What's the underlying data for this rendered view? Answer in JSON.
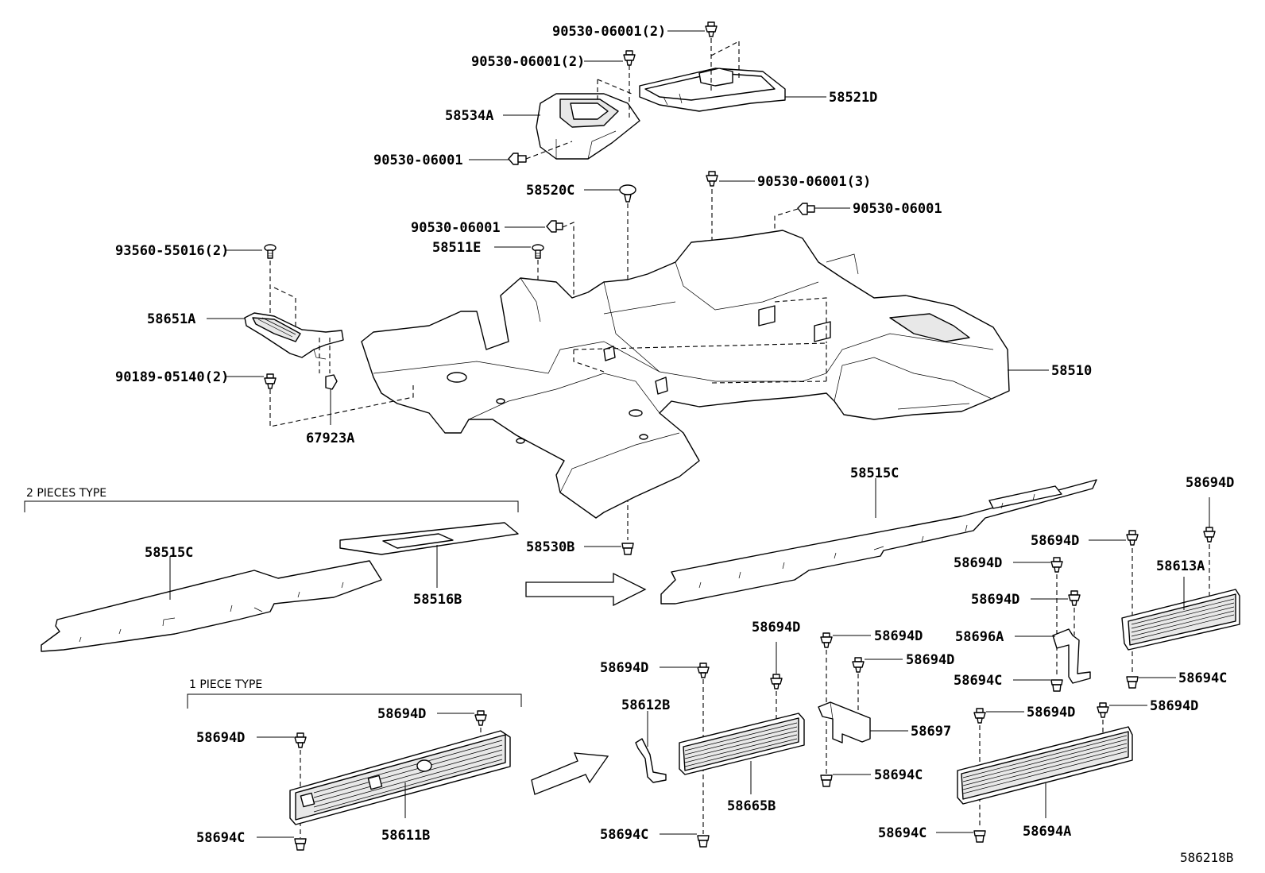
{
  "diagram_id": "586218B",
  "groups": {
    "two_pieces": "2 PIECES TYPE",
    "one_piece": "1 PIECE TYPE"
  },
  "labels": {
    "p_90530_06001_2_top": "90530-06001(2)",
    "p_90530_06001_2_mid": "90530-06001(2)",
    "p_58521D": "58521D",
    "p_58534A": "58534A",
    "p_90530_06001_a": "90530-06001",
    "p_58520C": "58520C",
    "p_90530_06001_3": "90530-06001(3)",
    "p_90530_06001_b": "90530-06001",
    "p_90530_06001_c": "90530-06001",
    "p_58511E": "58511E",
    "p_93560_55016_2": "93560-55016(2)",
    "p_58651A": "58651A",
    "p_90189_05140_2": "90189-05140(2)",
    "p_67923A": "67923A",
    "p_58510": "58510",
    "p_58515C_right": "58515C",
    "p_58515C_left": "58515C",
    "p_58516B": "58516B",
    "p_58530B": "58530B",
    "p_58694D_a": "58694D",
    "p_58694D_b": "58694D",
    "p_58694D_c": "58694D",
    "p_58613A": "58613A",
    "p_58694D_d": "58694D",
    "p_58696A": "58696A",
    "p_58694C_a": "58694C",
    "p_58694C_b": "58694C",
    "p_58694D_e": "58694D",
    "p_58694D_f": "58694D",
    "p_58694D_g": "58694D",
    "p_58694D_h": "58694D",
    "p_58612B": "58612B",
    "p_58697": "58697",
    "p_58665B": "58665B",
    "p_58694C_c": "58694C",
    "p_58694D_i": "58694D",
    "p_58694D_j": "58694D",
    "p_58694C_d": "58694C",
    "p_58694A": "58694A",
    "p_58694D_k": "58694D",
    "p_58694D_l": "58694D",
    "p_58611B": "58611B",
    "p_58694C_e": "58694C",
    "p_58694C_f": "58694C"
  }
}
